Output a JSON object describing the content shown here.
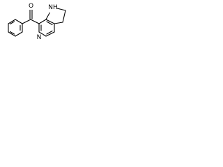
{
  "atoms": {
    "carbonyl_oxygen": "O",
    "pyrrole_nh": "NH",
    "pyridine_n": "N"
  }
}
